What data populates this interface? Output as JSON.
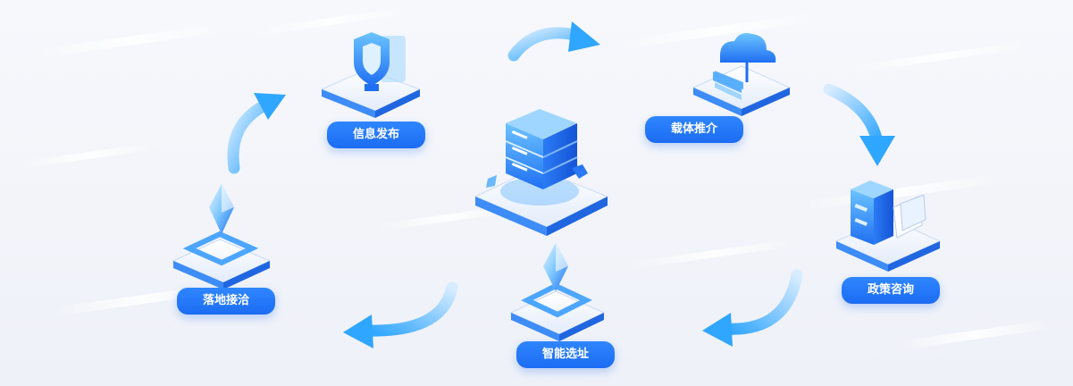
{
  "diagram": {
    "type": "cycle",
    "center_icon": "server-stack-icon",
    "colors": {
      "accent": "#1c6cf2",
      "accent_light": "#6fb7ff",
      "background": "#f3f5fa",
      "label_text": "#ffffff"
    },
    "nodes": [
      {
        "id": "info_publish",
        "label": "信息发布",
        "icon": "shield-icon"
      },
      {
        "id": "carrier_promo",
        "label": "载体推介",
        "icon": "cloud-server-icon"
      },
      {
        "id": "policy_consult",
        "label": "政策咨询",
        "icon": "file-cabinet-icon"
      },
      {
        "id": "smart_site",
        "label": "智能选址",
        "icon": "location-gem-icon"
      },
      {
        "id": "landing_talks",
        "label": "落地接洽",
        "icon": "location-gem-icon"
      }
    ],
    "flow": [
      "info_publish",
      "carrier_promo",
      "policy_consult",
      "smart_site",
      "landing_talks",
      "info_publish"
    ]
  }
}
